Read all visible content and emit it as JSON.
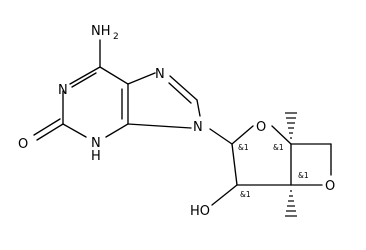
{
  "molecule": {
    "atoms": {
      "n_amino": "NH",
      "n_amino_sub": "2",
      "n1": "N",
      "n3": "N",
      "n3_h": "H",
      "o_carbonyl": "O",
      "n7": "N",
      "n9": "N",
      "o_ring": "O",
      "o_oxetane": "O",
      "ho": "HO"
    },
    "stereo_labels": {
      "c1": "&1",
      "c2": "&1",
      "c4": "&1",
      "c3": "&1"
    }
  }
}
